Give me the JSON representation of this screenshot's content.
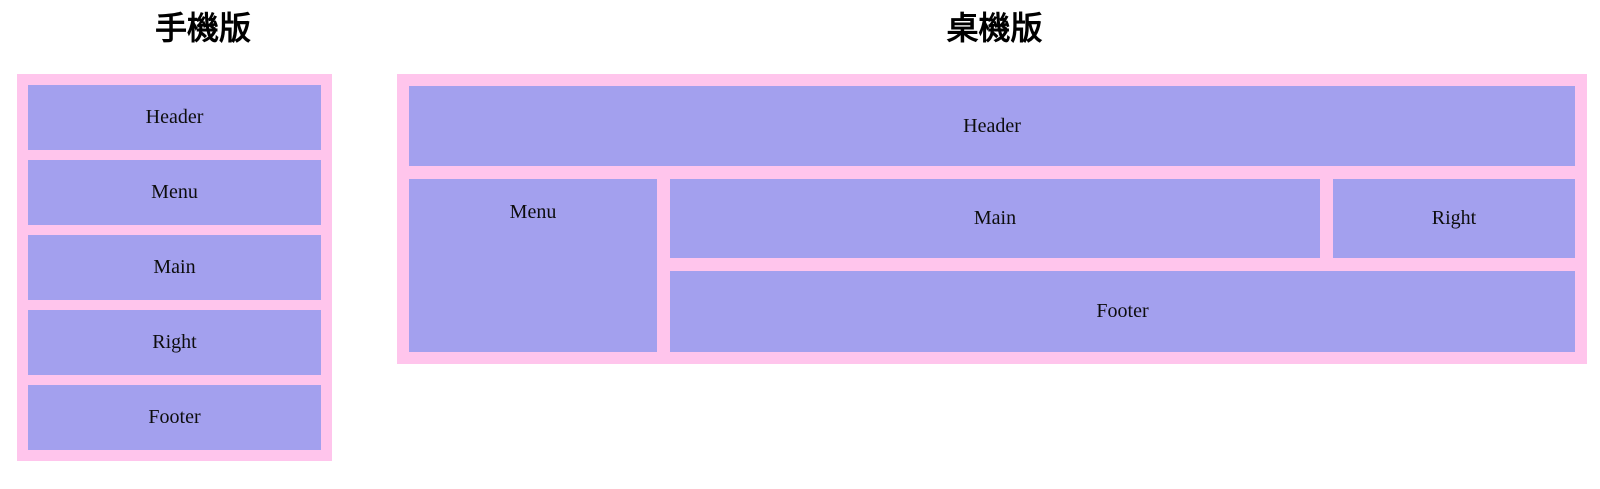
{
  "colors": {
    "container_pink": "#ffc5ec",
    "box_purple": "#a3a0ee",
    "title_text": "#000000"
  },
  "mobile": {
    "title": "手機版",
    "boxes": [
      {
        "label": "Header"
      },
      {
        "label": "Menu"
      },
      {
        "label": "Main"
      },
      {
        "label": "Right"
      },
      {
        "label": "Footer"
      }
    ]
  },
  "desktop": {
    "title": "桌機版",
    "areas": {
      "header": "Header",
      "menu": "Menu",
      "main": "Main",
      "right": "Right",
      "footer": "Footer"
    }
  }
}
